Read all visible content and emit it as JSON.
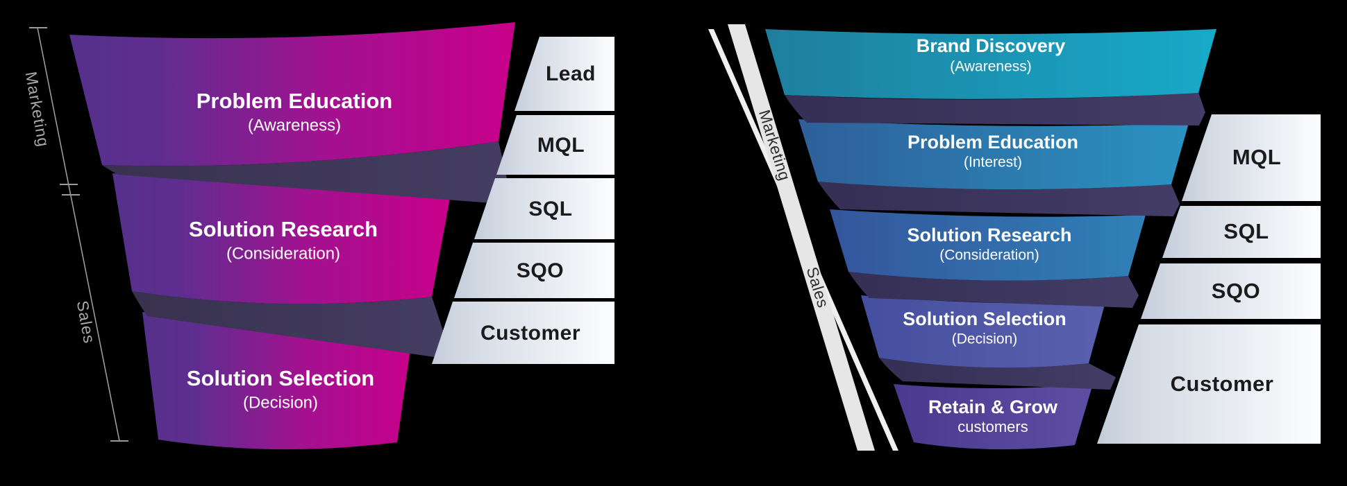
{
  "left_funnel": {
    "axis": {
      "marketing_label": "Marketing",
      "sales_label": "Sales"
    },
    "stages": [
      {
        "title": "Problem Education",
        "subtitle": "(Awareness)"
      },
      {
        "title": "Solution Research",
        "subtitle": "(Consideration)"
      },
      {
        "title": "Solution Selection",
        "subtitle": "(Decision)"
      }
    ],
    "ladder": {
      "rows": [
        "Lead",
        "MQL",
        "SQL",
        "SQO",
        "Customer"
      ]
    }
  },
  "right_funnel": {
    "axis": {
      "marketing_label": "Marketing",
      "sales_label": "Sales"
    },
    "stages": [
      {
        "title": "Brand Discovery",
        "subtitle": "(Awareness)"
      },
      {
        "title": "Problem Education",
        "subtitle": "(Interest)"
      },
      {
        "title": "Solution Research",
        "subtitle": "(Consideration)"
      },
      {
        "title": "Solution Selection",
        "subtitle": "(Decision)"
      },
      {
        "title": "Retain & Grow",
        "subtitle": "customers"
      }
    ],
    "ladder": {
      "rows": [
        "MQL",
        "SQL",
        "SQO",
        "Customer"
      ]
    }
  },
  "colors": {
    "background": "#000000",
    "left_band_gradient_start": "#55318b",
    "left_band_gradient_end": "#c8008a",
    "left_fold": "#3f3859",
    "right_band1_start": "#1f7e9d",
    "right_band1_end": "#17aac9",
    "right_band2_start": "#2e5f99",
    "right_band2_end": "#2a92c1",
    "right_band3_start": "#34559d",
    "right_band3_end": "#2f81b7",
    "right_band4_start": "#454f9f",
    "right_band4_end": "#5a60ae",
    "right_band5_start": "#493a90",
    "right_band5_end": "#5d4ea3",
    "right_fold": "#3a3460",
    "ladder_gradient_start": "#c3cdda",
    "ladder_gradient_end": "#fcfdfe",
    "ladder_text": "#1b1b1b",
    "ruler_gray": "#9b9b9b",
    "divider_bar": "#e6e6e6",
    "divider_line": "#f0f0f0",
    "stage_text": "#ffffff"
  }
}
